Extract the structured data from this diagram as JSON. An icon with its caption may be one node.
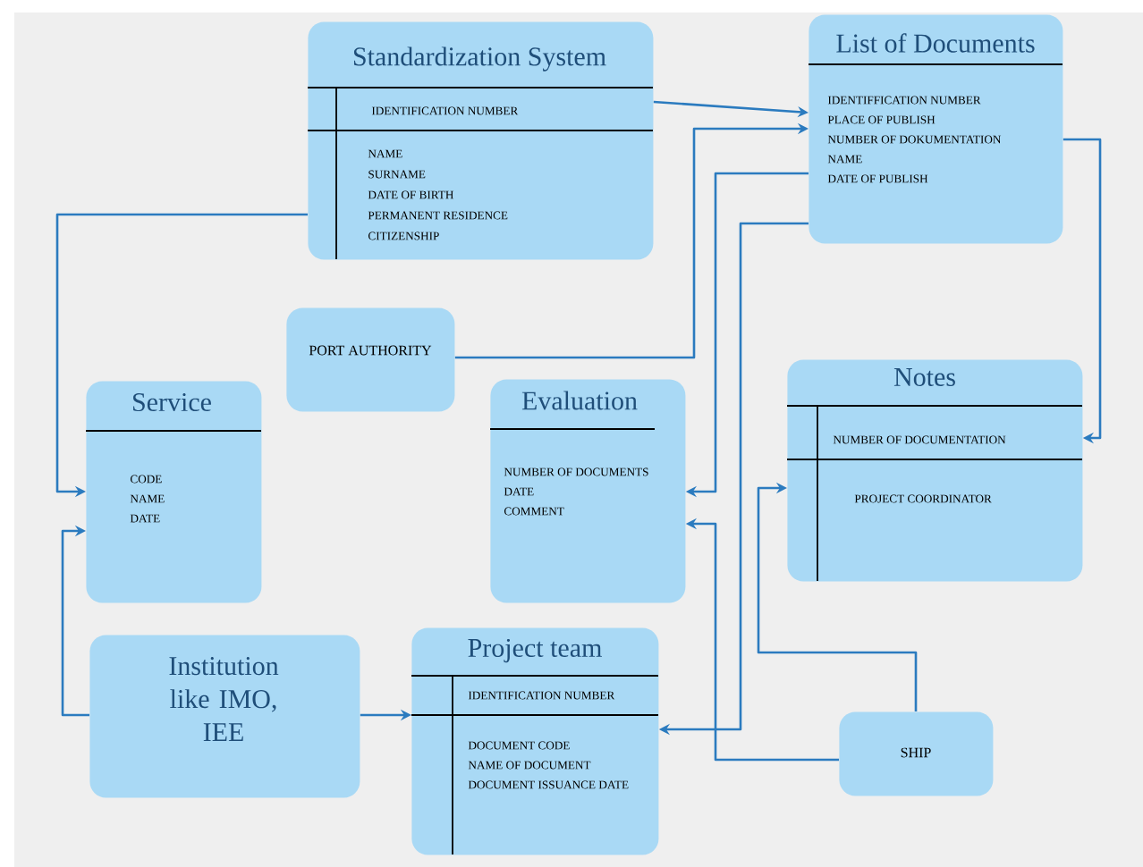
{
  "diagram": {
    "nodes": [
      {
        "text": [
          "Standardization System",
          "IDENTIFICATION NUMBER",
          "NAME",
          "SURNAME",
          "DATE OF BIRTH",
          "PERMANENT RESIDENCE",
          "CITIZENSHIP"
        ]
      },
      {
        "text": [
          "List of Documents",
          "IDENTIFFICATION NUMBER",
          "PLACE OF PUBLISH",
          "NUMBER OF DOKUMENTATION",
          "NAME",
          "DATE OF PUBLISH"
        ]
      },
      {
        "text": [
          "PORT AUTHORITY"
        ]
      },
      {
        "text": [
          "Service",
          "CODE",
          "NAME",
          "DATE"
        ]
      },
      {
        "text": [
          "Evaluation",
          "NUMBER OF DOCUMENTS",
          "DATE",
          "COMMENT"
        ]
      },
      {
        "text": [
          "Notes",
          "NUMBER OF DOCUMENTATION",
          "PROJECT COORDINATOR"
        ]
      },
      {
        "text": [
          "Institution like IMO, IEE"
        ]
      },
      {
        "text": [
          "Project team",
          "IDENTIFICATION NUMBER",
          "DOCUMENT CODE",
          "NAME OF DOCUMENT",
          "DOCUMENT ISSUANCE DATE"
        ]
      },
      {
        "text": [
          "SHIP"
        ]
      }
    ],
    "edges": [
      {
        "from": 0,
        "to": 1,
        "arrow": "to"
      },
      {
        "from": 0,
        "to": 3,
        "arrow": "to"
      },
      {
        "from": 2,
        "to": 1,
        "arrow": "to"
      },
      {
        "from": 1,
        "to": 4,
        "arrow": "to"
      },
      {
        "from": 1,
        "to": 7,
        "arrow": "to"
      },
      {
        "from": 8,
        "to": 4,
        "arrow": "to"
      },
      {
        "from": 8,
        "to": 5,
        "arrow": "to"
      },
      {
        "from": 1,
        "to": 5,
        "arrow": "to"
      },
      {
        "from": 6,
        "to": 3,
        "arrow": "to"
      },
      {
        "from": 6,
        "to": 7,
        "arrow": "to"
      }
    ]
  }
}
